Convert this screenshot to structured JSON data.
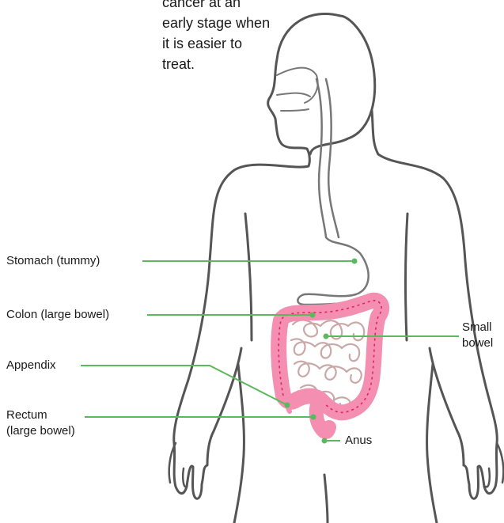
{
  "intro": {
    "line1": "cancer at an early stage when",
    "line2": "it is easier to treat."
  },
  "labels": {
    "stomach": "Stomach (tummy)",
    "colon": "Colon (large bowel)",
    "appendix": "Appendix",
    "rectum_line1": "Rectum",
    "rectum_line2": "(large bowel)",
    "small_bowel_line1": "Small",
    "small_bowel_line2": "bowel",
    "anus": "Anus"
  },
  "colors": {
    "outline": "#555555",
    "leader": "#5cb85c",
    "colon_fill": "#f48fb1",
    "colon_stroke": "#e91e63",
    "small_bowel": "#c9a8a8"
  }
}
